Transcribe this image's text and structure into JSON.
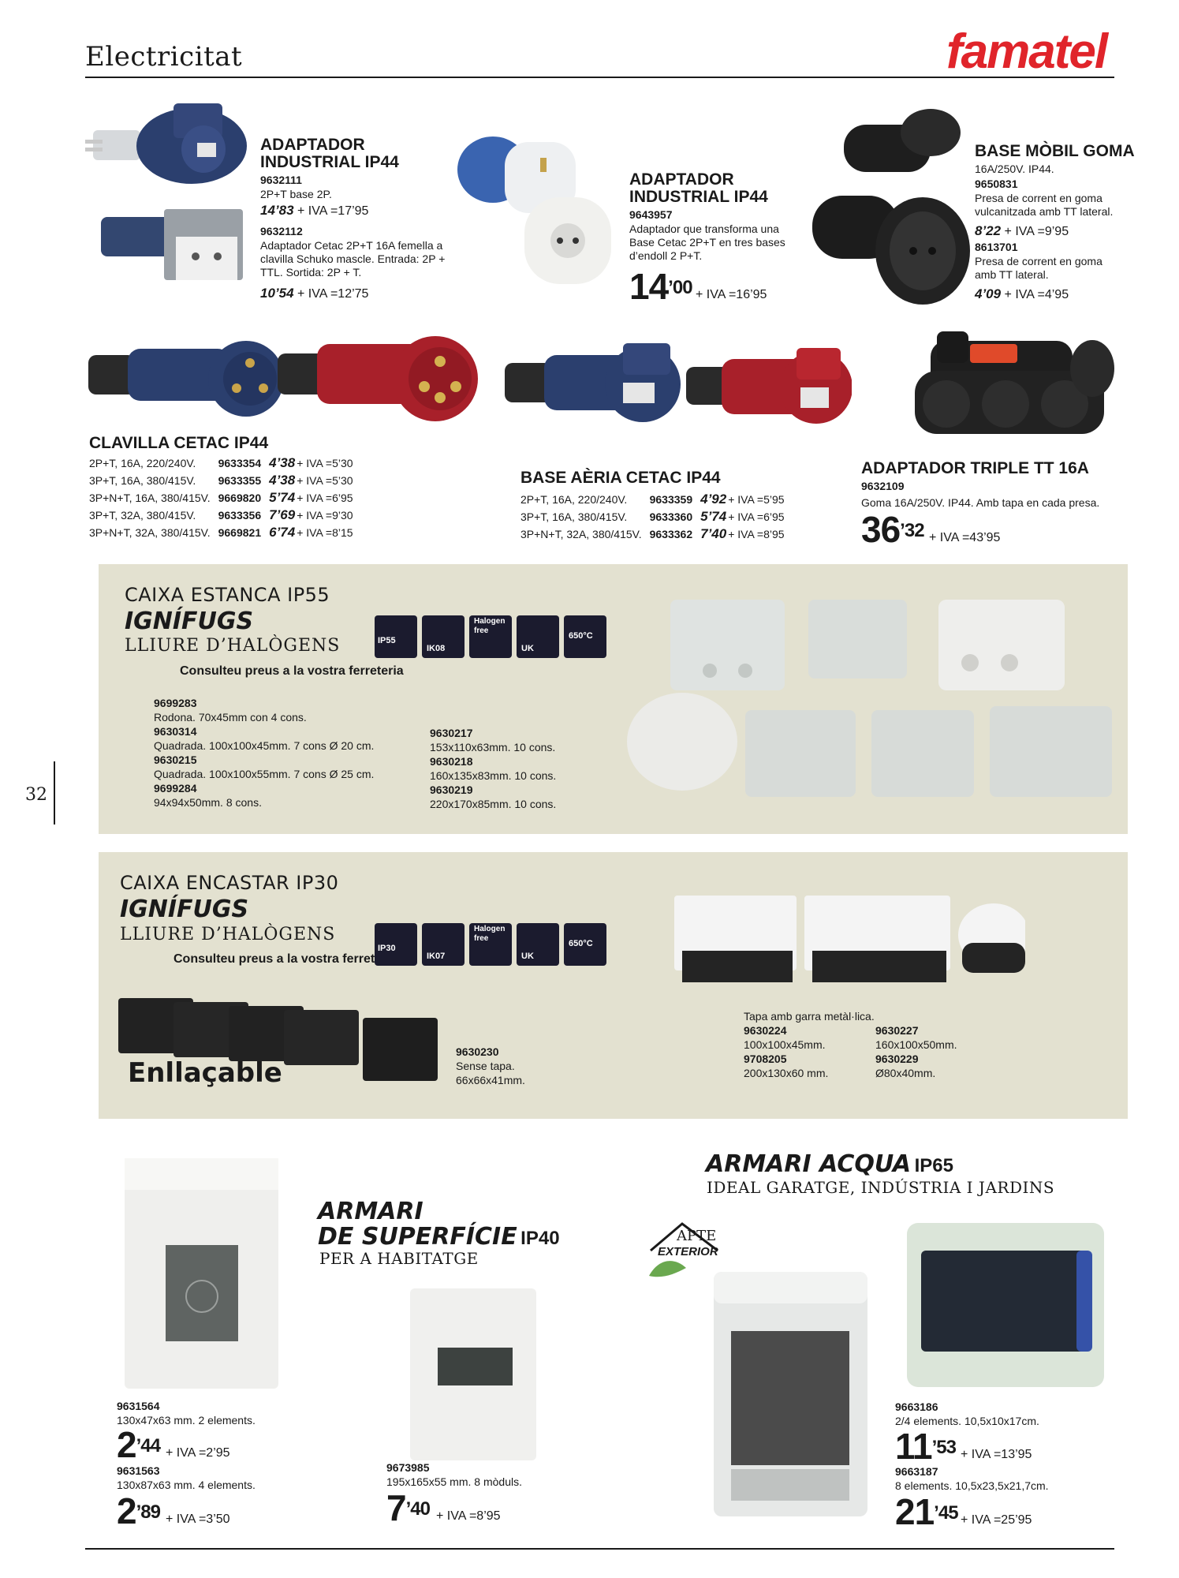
{
  "header": {
    "section": "Electricitat",
    "brand": "famatel",
    "page_number": "32"
  },
  "adaptador_ip44_left": {
    "title": "ADAPTADOR INDUSTRIAL IP44",
    "ref1": "9632111",
    "desc1": "2P+T base 2P.",
    "price1": "14’83",
    "iva1": "+ IVA =17’95",
    "ref2": "9632112",
    "desc2": "Adaptador Cetac 2P+T 16A femella a clavilla Schuko mascle. Entrada: 2P + TTL. Sortida: 2P + T.",
    "price2": "10’54",
    "iva2": "+ IVA =12’75"
  },
  "adaptador_ip44_mid": {
    "title": "ADAPTADOR INDUSTRIAL IP44",
    "ref": "9643957",
    "desc": "Adaptador que transforma una Base Cetac 2P+T en tres bases d’endoll 2 P+T.",
    "price_int": "14",
    "price_dec": "’00",
    "iva": "+ IVA =16’95"
  },
  "base_mobil": {
    "title": "BASE MÒBIL GOMA",
    "spec": "16A/250V. IP44.",
    "ref1": "9650831",
    "desc1": "Presa de corrent en goma vulcanitzada amb TT lateral.",
    "price1": "8’22",
    "iva1": "+ IVA =9’95",
    "ref2": "8613701",
    "desc2": "Presa de corrent en goma amb TT lateral.",
    "price2": "4’09",
    "iva2": "+ IVA =4’95"
  },
  "clavilla": {
    "title": "CLAVILLA CETAC IP44",
    "rows": [
      {
        "spec": "2P+T, 16A, 220/240V.",
        "code": "9633354",
        "price": "4’38",
        "iva": "+ IVA =5’30"
      },
      {
        "spec": "3P+T, 16A, 380/415V.",
        "code": "9633355",
        "price": "4’38",
        "iva": "+ IVA =5’30"
      },
      {
        "spec": "3P+N+T, 16A, 380/415V.",
        "code": "9669820",
        "price": "5’74",
        "iva": "+ IVA =6’95"
      },
      {
        "spec": "3P+T, 32A, 380/415V.",
        "code": "9633356",
        "price": "7’69",
        "iva": "+ IVA =9’30"
      },
      {
        "spec": "3P+N+T, 32A, 380/415V.",
        "code": "9669821",
        "price": "6’74",
        "iva": "+ IVA =8’15"
      }
    ]
  },
  "base_aeria": {
    "title": "BASE AÈRIA CETAC IP44",
    "rows": [
      {
        "spec": "2P+T, 16A, 220/240V.",
        "code": "9633359",
        "price": "4’92",
        "iva": "+ IVA =5’95"
      },
      {
        "spec": "3P+T, 16A, 380/415V.",
        "code": "9633360",
        "price": "5’74",
        "iva": "+ IVA =6’95"
      },
      {
        "spec": "3P+N+T, 32A, 380/415V.",
        "code": "9633362",
        "price": "7’40",
        "iva": "+ IVA =8’95"
      }
    ]
  },
  "adaptador_triple": {
    "title": "ADAPTADOR TRIPLE TT 16A",
    "ref": "9632109",
    "desc": "Goma 16A/250V. IP44. Amb tapa en cada presa.",
    "price_int": "36",
    "price_dec": "’32",
    "iva": "+ IVA =43’95"
  },
  "caixa_estanca": {
    "cap": "CAIXA ESTANCA IP55",
    "bold": "IGNÍFUGS",
    "serif": "LLIURE D’HALÒGENS",
    "consult": "Consulteu preus a la vostra ferreteria",
    "icons": {
      "ip": "IP55",
      "ik": "IK08",
      "halogen": "Halogen free",
      "uk": "UK",
      "temp": "650°C"
    },
    "left_items": [
      {
        "code": "9699283",
        "desc": "Rodona. 70x45mm con 4 cons."
      },
      {
        "code": "9630314",
        "desc": "Quadrada. 100x100x45mm. 7 cons Ø 20 cm."
      },
      {
        "code": "9630215",
        "desc": "Quadrada. 100x100x55mm. 7 cons Ø 25 cm."
      },
      {
        "code": "9699284",
        "desc": "94x94x50mm. 8 cons."
      }
    ],
    "right_items": [
      {
        "code": "9630217",
        "desc": "153x110x63mm. 10 cons."
      },
      {
        "code": "9630218",
        "desc": "160x135x83mm. 10 cons."
      },
      {
        "code": "9630219",
        "desc": "220x170x85mm. 10 cons."
      }
    ]
  },
  "caixa_encastar": {
    "cap": "CAIXA ENCASTAR IP30",
    "bold": "IGNÍFUGS",
    "serif": "LLIURE D’HALÒGENS",
    "consult": "Consulteu preus a la vostra ferreteria",
    "icons": {
      "ip": "IP30",
      "ik": "IK07",
      "halogen": "Halogen free",
      "uk": "UK",
      "temp": "650°C"
    },
    "enllacable": "Enllaçable",
    "item_code": "9630230",
    "item_desc1": "Sense tapa.",
    "item_desc2": "66x66x41mm.",
    "tapa_note": "Tapa amb garra metàl·lica.",
    "col1": [
      {
        "code": "9630224",
        "desc": "100x100x45mm."
      },
      {
        "code": "9708205",
        "desc": "200x130x60 mm."
      }
    ],
    "col2": [
      {
        "code": "9630227",
        "desc": "160x100x50mm."
      },
      {
        "code": "9630229",
        "desc": "Ø80x40mm."
      }
    ]
  },
  "armari_superficie": {
    "title1": "ARMARI",
    "title2": "DE SUPERFÍCIE",
    "ip": "IP40",
    "sub": "PER A HABITATGE",
    "item1_code": "9631564",
    "item1_desc": "130x47x63 mm. 2 elements.",
    "item1_int": "2",
    "item1_dec": "’44",
    "item1_iva": "+ IVA =2’95",
    "item2_code": "9631563",
    "item2_desc": "130x87x63 mm. 4 elements.",
    "item2_int": "2",
    "item2_dec": "’89",
    "item2_iva": "+ IVA =3’50",
    "item3_code": "9673985",
    "item3_desc": "195x165x55 mm. 8 mòduls.",
    "item3_int": "7",
    "item3_dec": "’40",
    "item3_iva": "+ IVA =8’95"
  },
  "armari_acqua": {
    "title": "ARMARI ACQUA",
    "ip": "IP65",
    "sub": "IDEAL GARATGE, INDÚSTRIA I JARDINS",
    "apte1": "APTE",
    "apte2": "EXTERIOR",
    "item1_code": "9663186",
    "item1_desc": "2/4 elements. 10,5x10x17cm.",
    "item1_int": "11",
    "item1_dec": "’53",
    "item1_iva": "+ IVA =13’95",
    "item2_code": "9663187",
    "item2_desc": "8 elements. 10,5x23,5x21,7cm.",
    "item2_int": "21",
    "item2_dec": "’45",
    "item2_iva": "+ IVA =25’95"
  },
  "colors": {
    "brand_red": "#e0242a",
    "panel_bg": "#e3e1d0",
    "icon_navy": "#1b1b2e",
    "cetac_blue": "#2b3f6e",
    "cetac_red": "#a8202a"
  }
}
